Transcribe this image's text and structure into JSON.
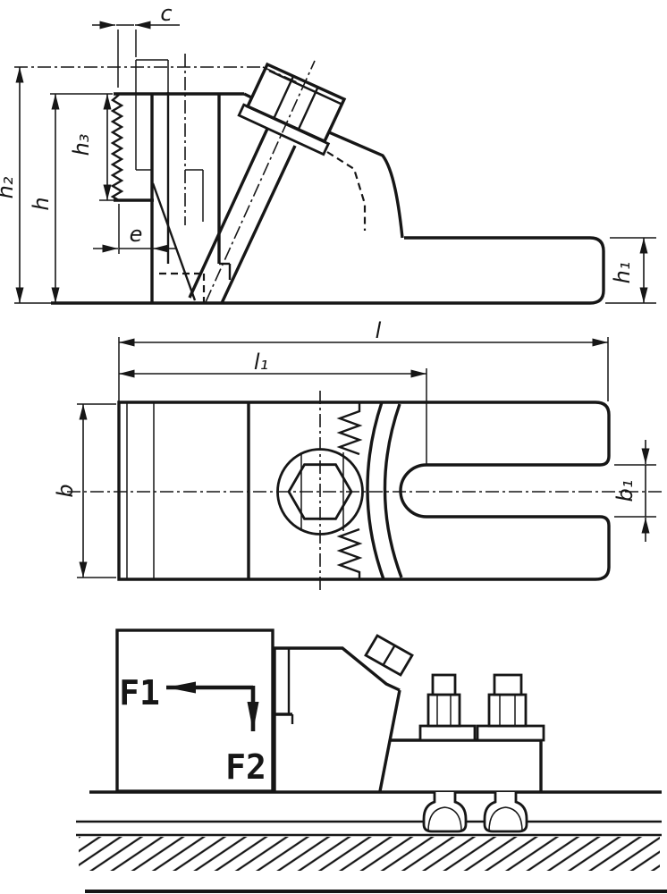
{
  "colors": {
    "ink": "#161616",
    "paper": "#ffffff"
  },
  "dimensions": {
    "side_view": {
      "c": "c",
      "h2": "h₂",
      "h": "h",
      "h3": "h₃",
      "e": "e",
      "h1": "h₁"
    },
    "plan_view": {
      "l": "l",
      "l1": "l₁",
      "b": "b",
      "b1": "b₁"
    },
    "force_view": {
      "f1": "F1",
      "f2": "F2"
    }
  }
}
